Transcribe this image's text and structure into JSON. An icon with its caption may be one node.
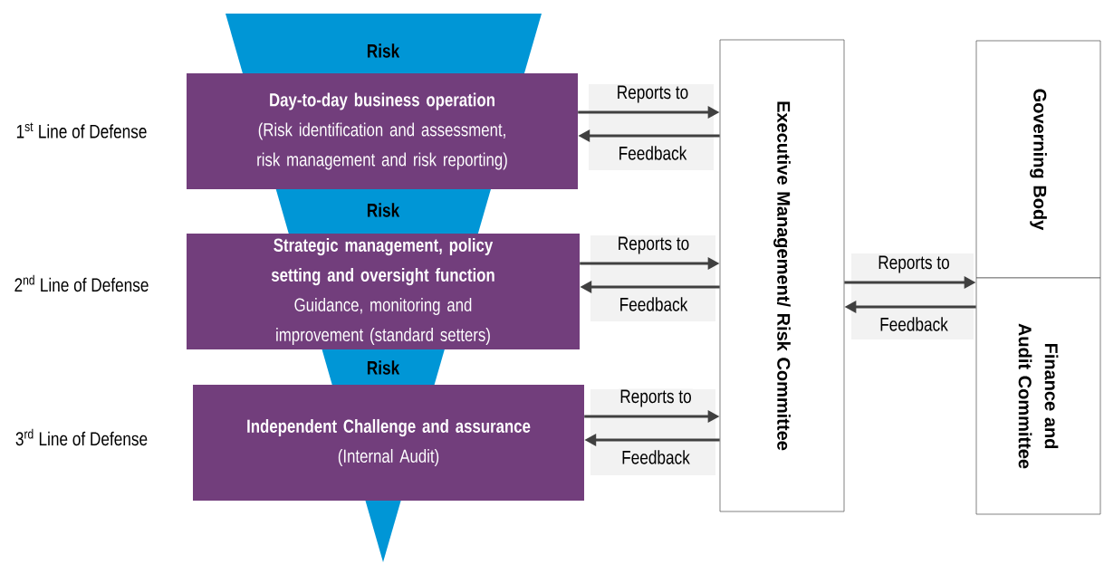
{
  "diagram": {
    "nodes": [
      {
        "text": [
          "Day-to-day business operation",
          "(Risk identification and assessment, risk management and risk reporting)"
        ],
        "beside": [
          "1$^{st}$ Line of Defense"
        ]
      },
      {
        "text": [
          "Strategic management, policy setting and oversight function",
          "Guidance, monitoring and improvement (standard setters)"
        ],
        "beside": [
          "2$^{nd}$ Line of Defense"
        ]
      },
      {
        "text": [
          "Independent Challenge and assurance",
          "(Internal Audit)"
        ],
        "beside": [
          "3$^{rd}$ Line of Defense"
        ]
      },
      {
        "text": [
          "Executive Management/ Risk Committee"
        ]
      },
      {
        "text": [
          "Governing Body"
        ]
      },
      {
        "text": [
          "Finance and Audit Committee"
        ]
      }
    ],
    "edges": [
      {
        "from": 0,
        "to": 3,
        "arrow": "to",
        "label": "Reports to"
      },
      {
        "from": 3,
        "to": 0,
        "arrow": "to",
        "label": "Feedback"
      },
      {
        "from": 1,
        "to": 3,
        "arrow": "to",
        "label": "Reports to"
      },
      {
        "from": 3,
        "to": 1,
        "arrow": "to",
        "label": "Feedback"
      },
      {
        "from": 2,
        "to": 3,
        "arrow": "to",
        "label": "Reports to"
      },
      {
        "from": 3,
        "to": 2,
        "arrow": "to",
        "label": "Feedback"
      },
      {
        "from": 3,
        "to": 5,
        "arrow": "to",
        "label": "Reports to"
      },
      {
        "from": 5,
        "to": 3,
        "arrow": "to",
        "label": "Feedback"
      }
    ],
    "labels": [
      "Risk",
      "Risk",
      "Risk"
    ]
  }
}
